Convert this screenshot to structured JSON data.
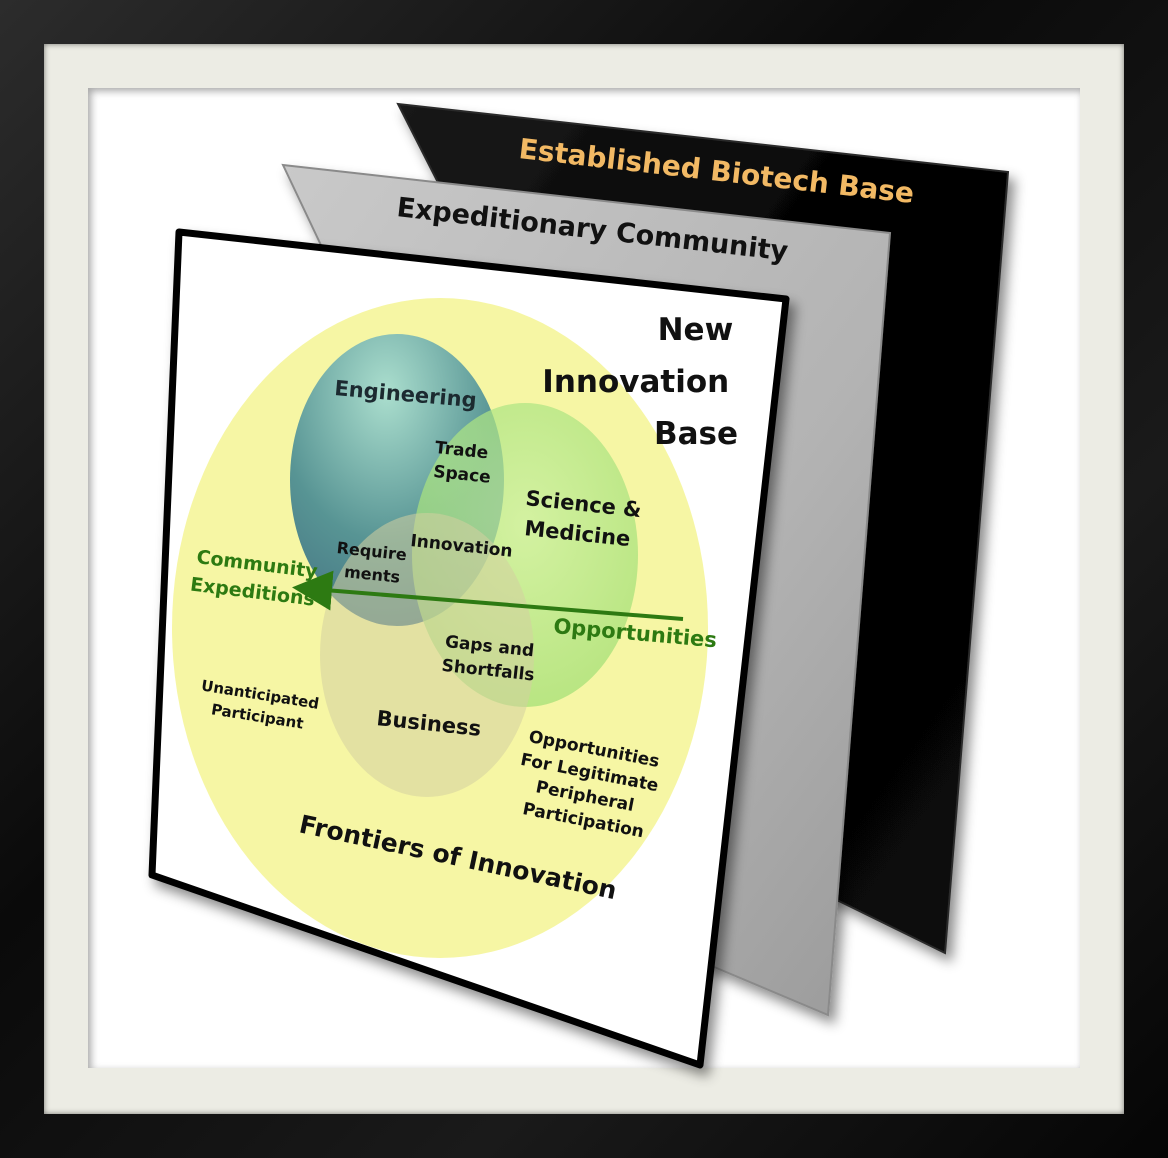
{
  "layers": {
    "back": {
      "title": "Established Biotech Base",
      "panel_color": "#000000",
      "title_color": "#f2b964"
    },
    "middle": {
      "title": "Expeditionary Community",
      "panel_color": "#bdbdbd",
      "title_color": "#111111"
    },
    "front": {
      "title_lines": [
        "New",
        "Innovation",
        "Base"
      ],
      "panel_color": "#ffffff",
      "title_color": "#111111"
    }
  },
  "circles": {
    "outer": {
      "label": "Frontiers of Innovation",
      "color": "#f5f59a"
    },
    "engineering": {
      "label": "Engineering",
      "color": "#4e8e92"
    },
    "science": {
      "label_lines": [
        "Science &",
        "Medicine"
      ],
      "color": "#a8e27a"
    },
    "business": {
      "label": "Business",
      "color": "#d6d2a8"
    }
  },
  "intersections": {
    "trade_space": [
      "Trade",
      "Space"
    ],
    "requirements": [
      "Require",
      "ments"
    ],
    "innovation": "Innovation",
    "gaps": [
      "Gaps and",
      "Shortfalls"
    ]
  },
  "annotations": {
    "community_expeditions": [
      "Community",
      "Expeditions"
    ],
    "opportunities": "Opportunities",
    "unanticipated": [
      "Unanticipated",
      "Participant"
    ],
    "peripheral": [
      "Opportunities",
      "For Legitimate",
      "Peripheral",
      "Participation"
    ],
    "accent_color": "#2d7a12"
  }
}
